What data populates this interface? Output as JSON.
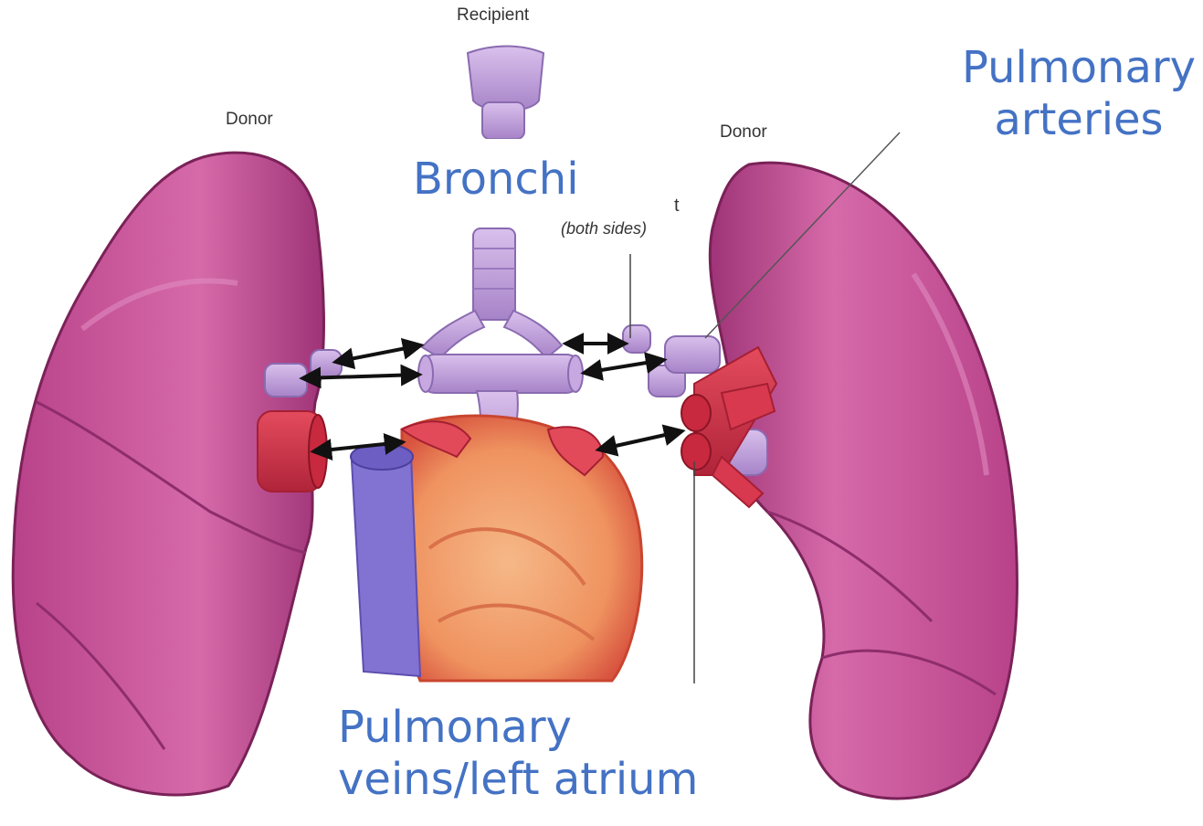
{
  "labels": {
    "recipient": "Recipient",
    "donor_left": "Donor",
    "donor_right": "Donor",
    "partial_text": "t",
    "both_sides": "(both sides)"
  },
  "callouts": {
    "bronchi": "Bronchi",
    "pulmonary_arteries": [
      "Pulmonary",
      "arteries"
    ],
    "pulmonary_veins": [
      "Pulmonary",
      "veins/left atrium"
    ]
  },
  "colors": {
    "lung_fill": "#c24f95",
    "lung_dark": "#8e2d6c",
    "lung_light": "#dd7bb8",
    "airway": "#c9a8e0",
    "airway_dark": "#9a78be",
    "artery": "#d8394e",
    "artery_dark": "#a51f33",
    "vein_blue": "#8272d2",
    "heart": "#f2a36c",
    "heart_dark": "#d9714a",
    "callout_text": "#4472c4",
    "label_text": "#333333"
  }
}
